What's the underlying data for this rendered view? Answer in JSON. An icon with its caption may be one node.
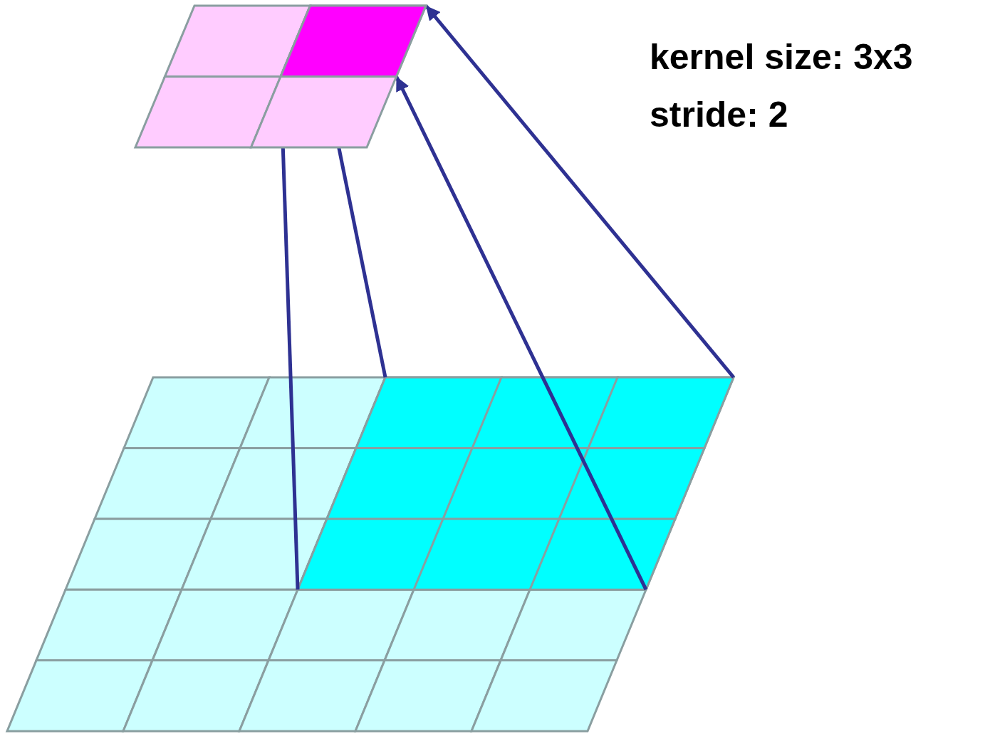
{
  "diagram": {
    "nodes": [
      {
        "text": [],
        "shape": "box"
      },
      {
        "text": [],
        "shape": "box"
      }
    ],
    "edges": [
      {
        "from": 1,
        "to": 0,
        "arrow": "none"
      },
      {
        "from": 1,
        "to": 0,
        "arrow": "none"
      },
      {
        "from": 1,
        "to": 0,
        "arrow": "to"
      },
      {
        "from": 1,
        "to": 0,
        "arrow": "to"
      }
    ],
    "labels": [
      "kernel size: 3x3",
      "stride: 2"
    ]
  }
}
